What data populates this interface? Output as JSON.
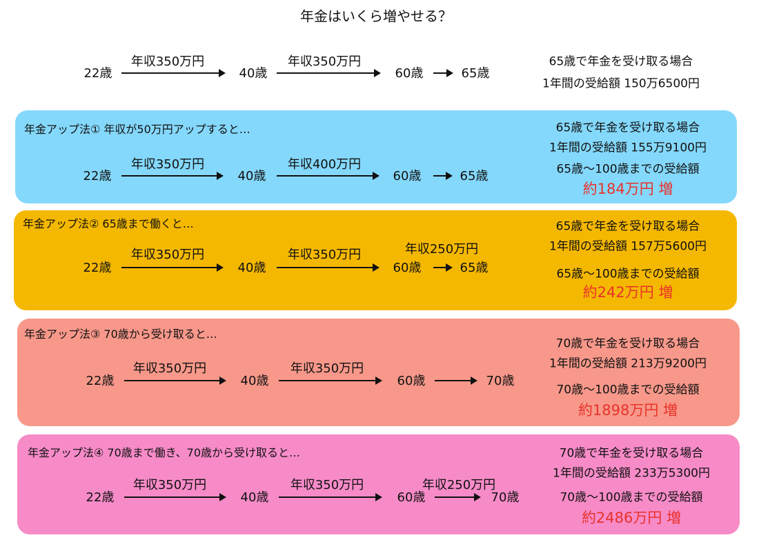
{
  "title": "年金はいくら増やせる？",
  "colors": {
    "blue": "#84d8fb",
    "orange": "#f5b800",
    "salmon": "#f7988a",
    "pink": "#f78bc8",
    "red": "#e8322a"
  },
  "baseline": {
    "ages": [
      "22歳",
      "40歳",
      "60歳",
      "65歳"
    ],
    "incomes": [
      "年収350万円",
      "年収350万円"
    ],
    "info": [
      "65歳で年金を受け取る場合",
      "1年間の受給額 150万6500円"
    ]
  },
  "methods": [
    {
      "heading": "年金アップ法①  年収が50万円アップすると…",
      "ages": [
        "22歳",
        "40歳",
        "60歳",
        "65歳"
      ],
      "incomes": [
        "年収350万円",
        "年収400万円"
      ],
      "info": [
        "65歳で年金を受け取る場合",
        "1年間の受給額 155万9100円",
        "65歳〜100歳までの受給額"
      ],
      "increase": "約184万円 増"
    },
    {
      "heading": "年金アップ法②  65歳まで働くと…",
      "ages": [
        "22歳",
        "40歳",
        "60歳",
        "65歳"
      ],
      "incomes": [
        "年収350万円",
        "年収350万円",
        "年収250万円"
      ],
      "info": [
        "65歳で年金を受け取る場合",
        "1年間の受給額 157万5600円",
        "65歳〜100歳までの受給額"
      ],
      "increase": "約242万円 増"
    },
    {
      "heading": "年金アップ法③  70歳から受け取ると…",
      "ages": [
        "22歳",
        "40歳",
        "60歳",
        "70歳"
      ],
      "incomes": [
        "年収350万円",
        "年収350万円"
      ],
      "info": [
        "70歳で年金を受け取る場合",
        "1年間の受給額 213万9200円",
        "70歳〜100歳までの受給額"
      ],
      "increase": "約1898万円 増"
    },
    {
      "heading": "年金アップ法④  70歳まで働き、70歳から受け取ると…",
      "ages": [
        "22歳",
        "40歳",
        "60歳",
        "70歳"
      ],
      "incomes": [
        "年収350万円",
        "年収350万円",
        "年収250万円"
      ],
      "info": [
        "70歳で年金を受け取る場合",
        "1年間の受給額 233万5300円",
        "70歳〜100歳までの受給額"
      ],
      "increase": "約2486万円 増"
    }
  ]
}
